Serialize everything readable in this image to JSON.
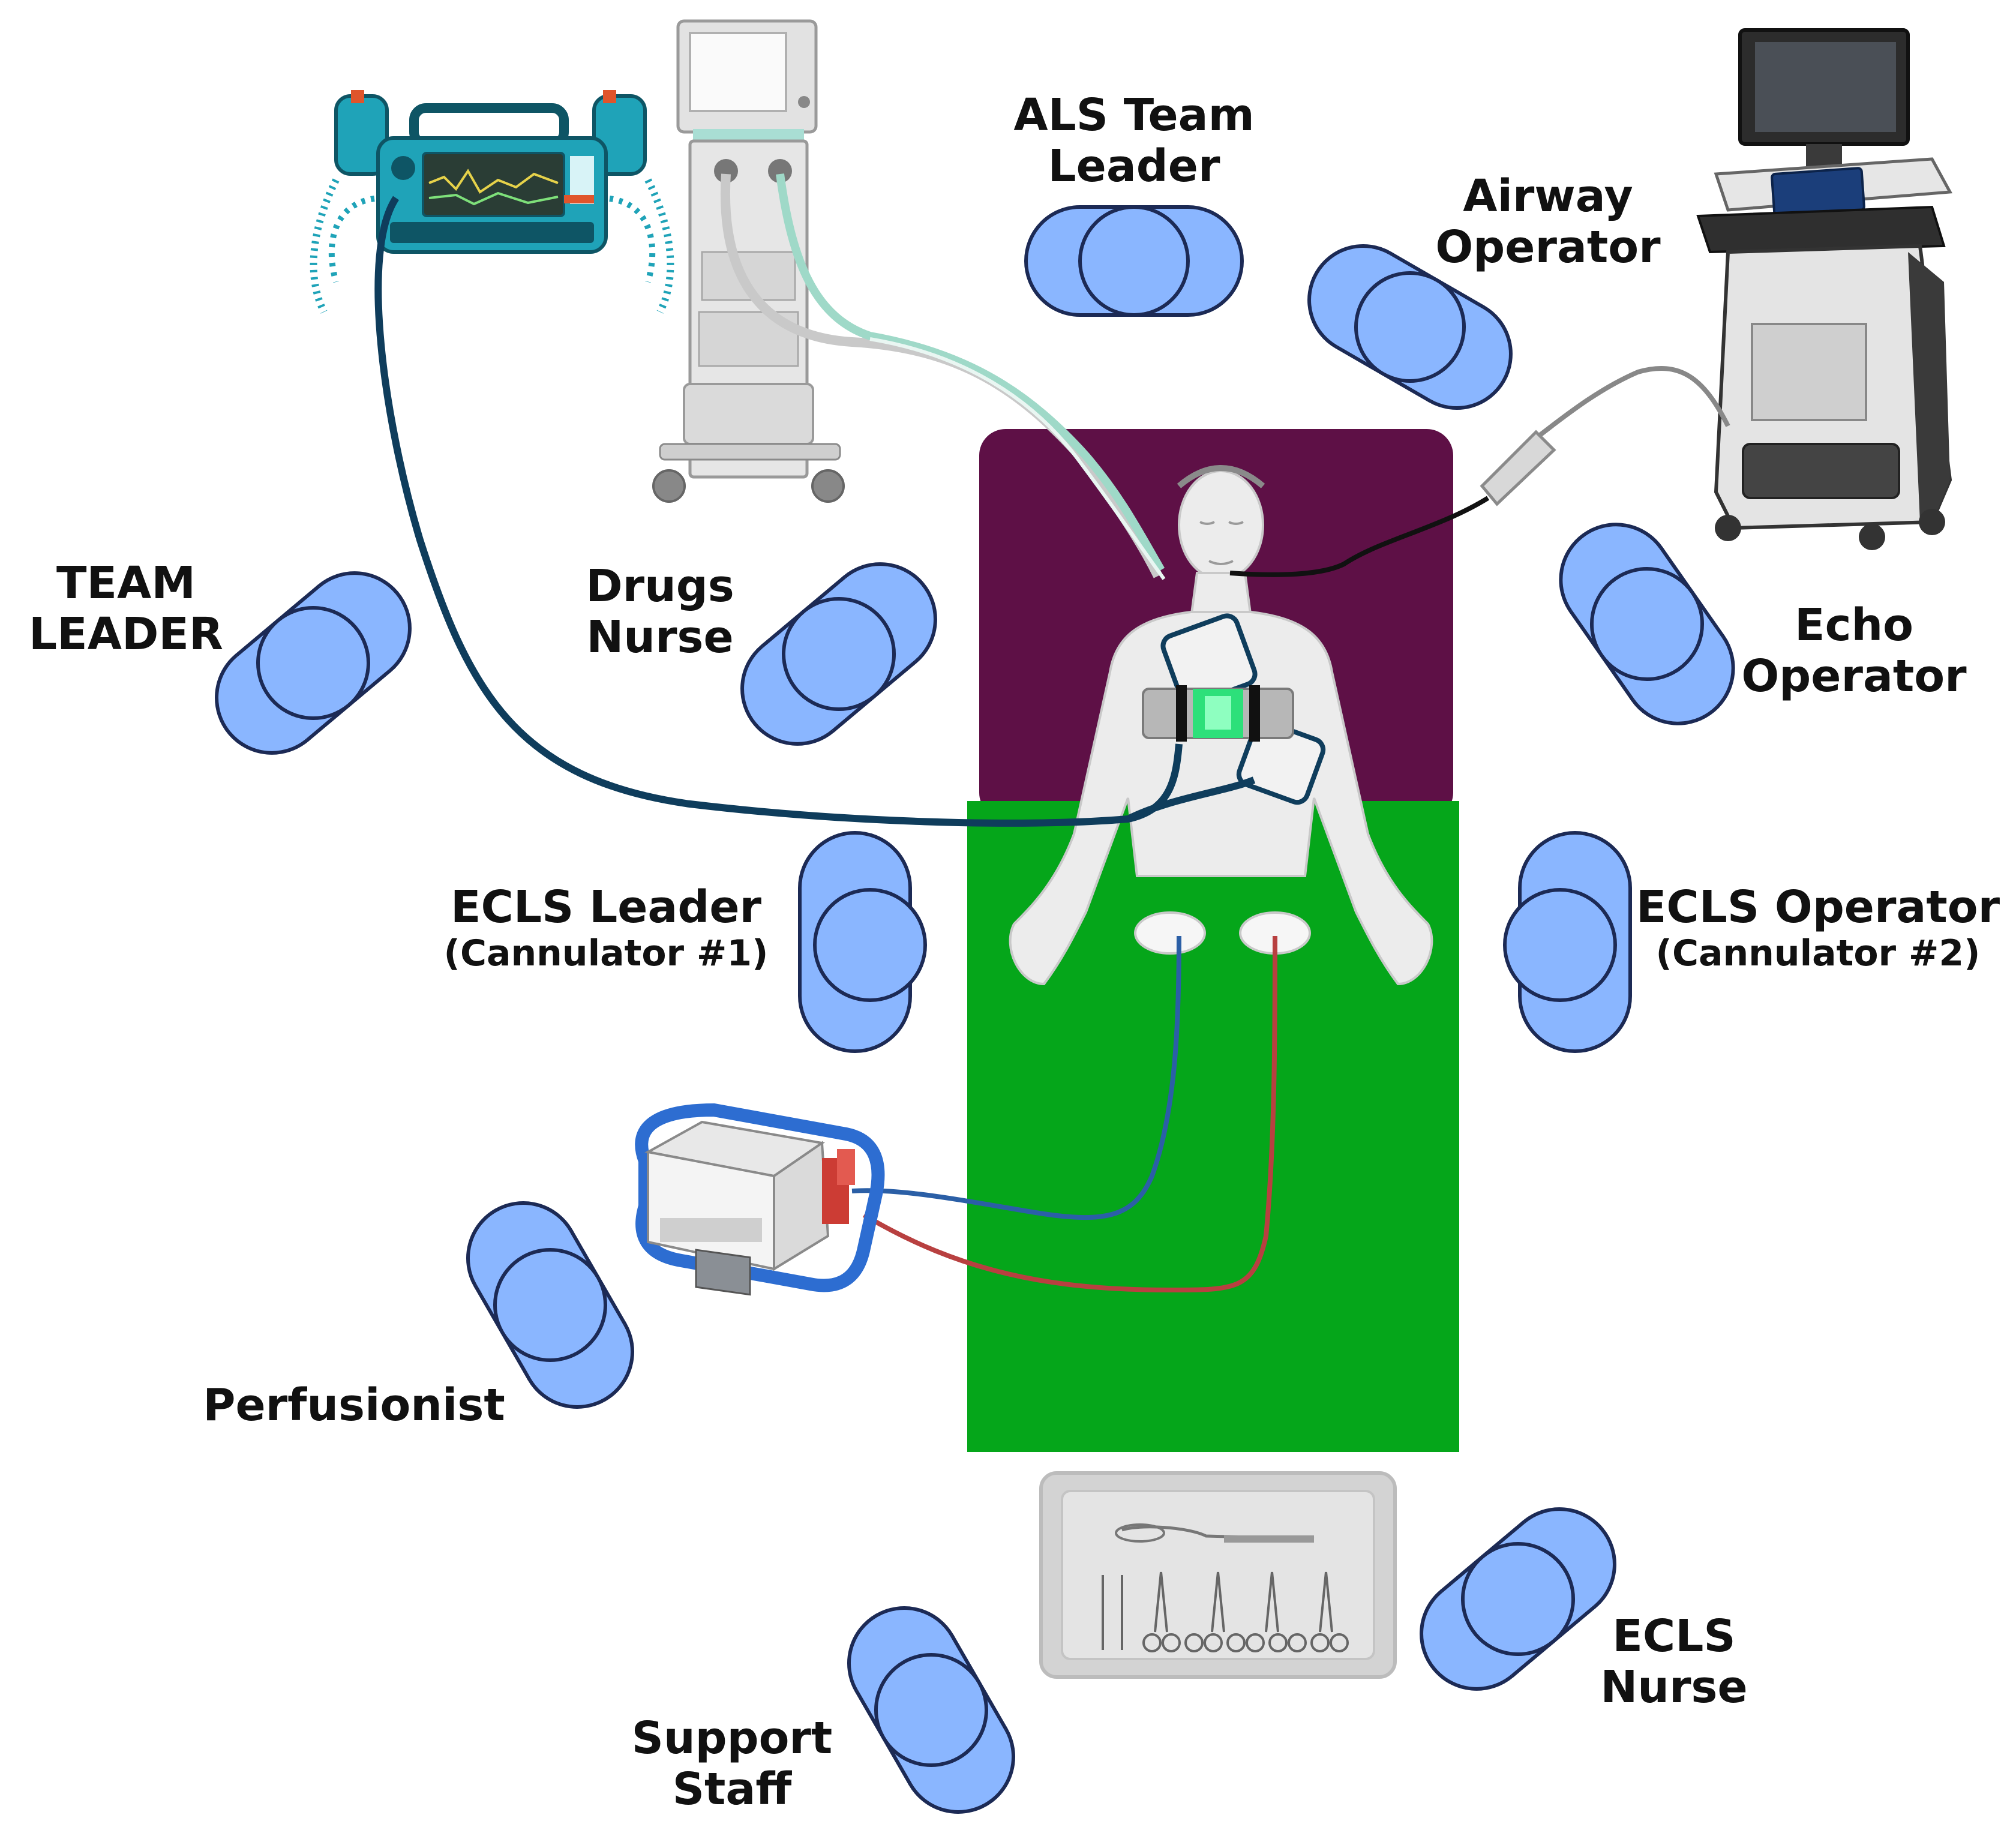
{
  "roles": {
    "team_leader": [
      "TEAM",
      "LEADER"
    ],
    "drugs_nurse": [
      "Drugs",
      "Nurse"
    ],
    "als_team_leader": [
      "ALS Team",
      "Leader"
    ],
    "airway_operator": [
      "Airway",
      "Operator"
    ],
    "echo_operator": [
      "Echo",
      "Operator"
    ],
    "ecls_leader": [
      "ECLS Leader",
      "(Cannulator #1)"
    ],
    "ecls_operator": [
      "ECLS Operator",
      "(Cannulator #2)"
    ],
    "perfusionist": "Perfusionist",
    "ecls_nurse": [
      "ECLS",
      "Nurse"
    ],
    "support_staff": [
      "Support",
      "Staff"
    ]
  },
  "colors": {
    "bed_head": "#5e1046",
    "bed_body": "#05a61a",
    "person_fill": "#8ab6ff",
    "person_stroke": "#1c2a55",
    "defib": "#1fa3b8",
    "defib_cable": "#0f3d5c",
    "venous_line": "#2b5fa6",
    "arterial_line": "#b84040",
    "tray": "#c8c8c8"
  },
  "icons": {
    "defibrillator": "defibrillator-icon",
    "ventilator": "ventilator-icon",
    "ultrasound": "ultrasound-machine-icon",
    "ecmo_console": "ecmo-console-icon",
    "instrument_tray": "instrument-tray-icon",
    "patient": "patient-icon",
    "team_member": "team-member-icon"
  }
}
